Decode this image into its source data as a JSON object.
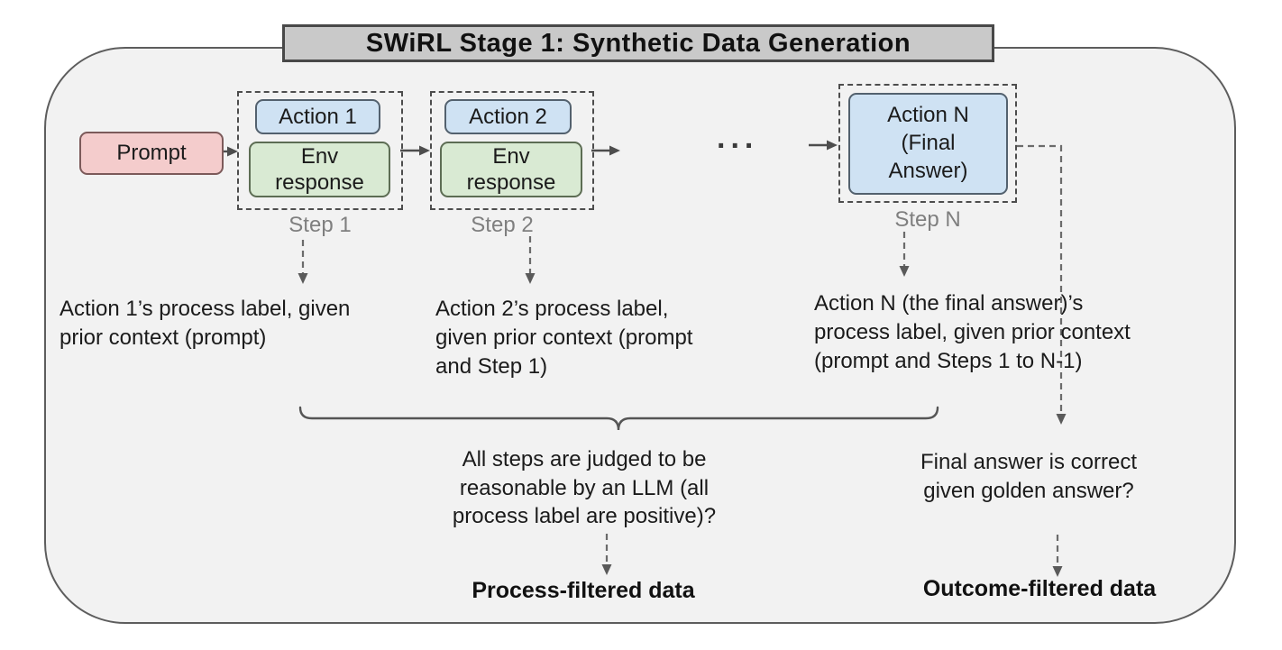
{
  "title": "SWiRL Stage 1: Synthetic Data Generation",
  "prompt": {
    "label": "Prompt"
  },
  "steps": {
    "step1": {
      "action": "Action 1",
      "env": "Env\nresponse",
      "label": "Step 1"
    },
    "step2": {
      "action": "Action 2",
      "env": "Env\nresponse",
      "label": "Step 2"
    },
    "stepN": {
      "action": "Action N\n(Final\nAnswer)",
      "label": "Step N"
    }
  },
  "ellipsis": "...",
  "notes": {
    "step1": "Action 1’s process label, given\nprior context (prompt)",
    "step2": "Action 2’s process label,\ngiven prior context (prompt\nand Step 1)",
    "stepN": "Action N (the final answer)’s\nprocess label, given prior context\n(prompt and Steps 1 to N-1)"
  },
  "process_filter": {
    "question": "All steps are judged to be\nreasonable by an LLM (all\nprocess label are positive)?",
    "result": "Process-filtered data"
  },
  "outcome_filter": {
    "question": "Final answer is correct\ngiven golden answer?",
    "result": "Outcome-filtered data"
  },
  "colors": {
    "container_fill": "#f2f2f2",
    "container_border": "#5d5d5d",
    "title_fill": "#c9c9c9",
    "title_border": "#484848",
    "prompt_fill": "#f4cccc",
    "action_fill": "#cfe2f3",
    "env_fill": "#d9ead3",
    "dashed_group_border": "#4d4d4d",
    "connector": "#4d4d4d",
    "step_label_text": "#7f7f7f"
  }
}
